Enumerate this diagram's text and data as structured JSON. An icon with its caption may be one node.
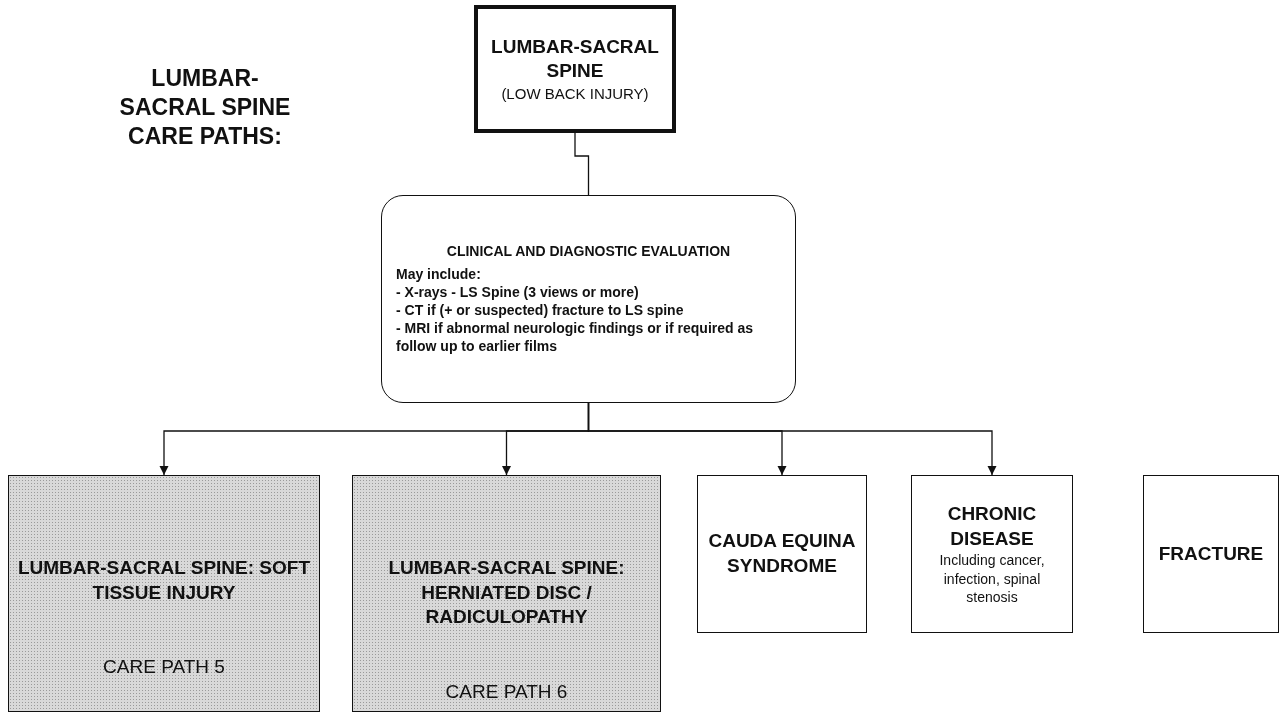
{
  "diagram": {
    "title": "LUMBAR-SACRAL SPINE CARE PATHS:",
    "nodes": [
      {
        "text": [
          "LUMBAR-SACRAL SPINE",
          "(LOW BACK INJURY)"
        ]
      },
      {
        "text": [
          "CLINICAL AND DIAGNOSTIC EVALUATION",
          "May include:",
          "- X-rays - LS Spine (3 views or  more)",
          "- CT if (+ or suspected) fracture to LS spine",
          "- MRI if abnormal neurologic findings or if required as follow up to earlier films"
        ]
      },
      {
        "text": [
          "LUMBAR-SACRAL SPINE: SOFT TISSUE INJURY",
          "CARE PATH 5"
        ]
      },
      {
        "text": [
          "LUMBAR-SACRAL SPINE: HERNIATED DISC / RADICULOPATHY",
          "CARE PATH 6"
        ]
      },
      {
        "text": [
          "CAUDA EQUINA SYNDROME"
        ]
      },
      {
        "text": [
          "CHRONIC DISEASE",
          "Including cancer, infection, spinal stenosis"
        ]
      },
      {
        "text": [
          "FRACTURE"
        ]
      }
    ],
    "edges": [
      {
        "from": 0,
        "to": 1,
        "arrow": "none"
      },
      {
        "from": 1,
        "to": 2,
        "arrow": "to"
      },
      {
        "from": 1,
        "to": 3,
        "arrow": "to"
      },
      {
        "from": 1,
        "to": 4,
        "arrow": "to"
      },
      {
        "from": 1,
        "to": 5,
        "arrow": "to"
      }
    ]
  }
}
